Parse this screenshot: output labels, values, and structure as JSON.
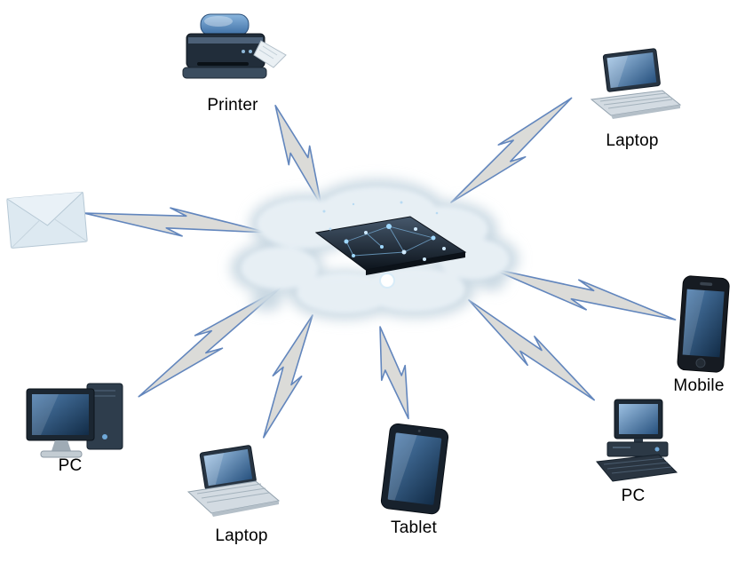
{
  "diagram": {
    "type": "network-diagram",
    "description": "Cloud network connecting devices with lightning-bolt links",
    "center": {
      "id": "cloud",
      "device": "cloud-server",
      "label": ""
    },
    "nodes": [
      {
        "id": "printer",
        "device": "printer",
        "label": "Printer",
        "position": "top-left"
      },
      {
        "id": "laptop-top",
        "device": "laptop",
        "label": "Laptop",
        "position": "top-right"
      },
      {
        "id": "email",
        "device": "email-envelope",
        "label": "",
        "position": "left"
      },
      {
        "id": "mobile",
        "device": "smartphone",
        "label": "Mobile",
        "position": "right"
      },
      {
        "id": "pc-left",
        "device": "desktop-pc",
        "label": "PC",
        "position": "bottom-left"
      },
      {
        "id": "laptop-bottom",
        "device": "laptop",
        "label": "Laptop",
        "position": "bottom"
      },
      {
        "id": "tablet",
        "device": "tablet",
        "label": "Tablet",
        "position": "bottom-center"
      },
      {
        "id": "pc-right",
        "device": "desktop-pc",
        "label": "PC",
        "position": "bottom-right"
      }
    ],
    "connector": "lightning-bolt",
    "colors": {
      "background": "#ffffff",
      "bolt_fill": "#dbdbd8",
      "bolt_stroke": "#6286bd",
      "label_text": "#000000",
      "device_screen_blue": "#27517e",
      "cloud_tint": "#dce8f0"
    }
  }
}
